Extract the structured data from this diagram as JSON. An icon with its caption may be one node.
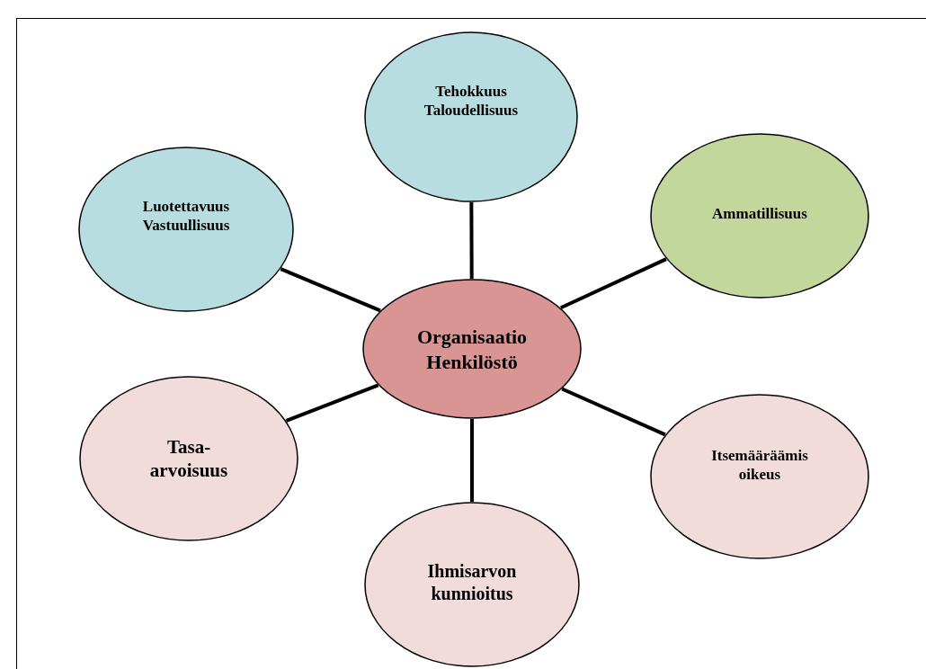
{
  "diagram": {
    "nodes": [
      {
        "text": [
          "Tehokkuus Taloudellisuus"
        ]
      },
      {
        "text": [
          "Luotettavuus Vastuullisuus"
        ]
      },
      {
        "text": [
          "Ammatillisuus"
        ]
      },
      {
        "text": [
          "Organisaatio Henkilöstö"
        ]
      },
      {
        "text": [
          "Tasa-arvoisuus"
        ]
      },
      {
        "text": [
          "Itsemääräämis oikeus"
        ]
      },
      {
        "text": [
          "Ihmisarvon kunnioitus"
        ]
      }
    ],
    "edges": [
      {
        "from": 3,
        "to": 0,
        "arrow": "none"
      },
      {
        "from": 3,
        "to": 1,
        "arrow": "none"
      },
      {
        "from": 3,
        "to": 2,
        "arrow": "none"
      },
      {
        "from": 3,
        "to": 4,
        "arrow": "none"
      },
      {
        "from": 3,
        "to": 5,
        "arrow": "none"
      },
      {
        "from": 3,
        "to": 6,
        "arrow": "none"
      }
    ]
  }
}
